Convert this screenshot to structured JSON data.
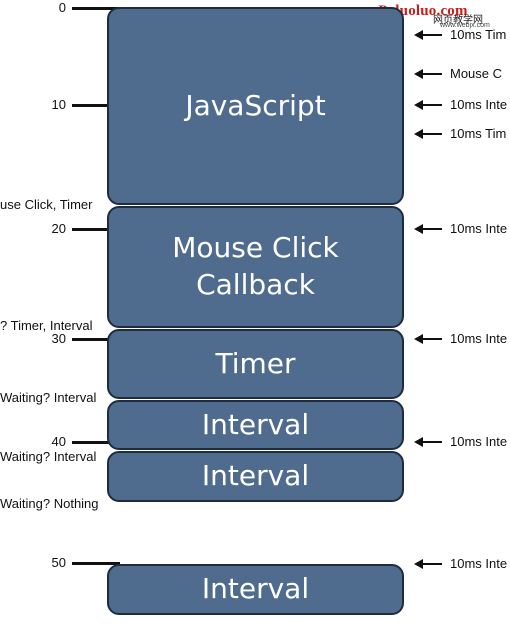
{
  "watermark": {
    "text": "www.Poluoluo.com",
    "subtext": "网页教学网",
    "url": "www.webjx.com"
  },
  "ticks": [
    "0",
    "10",
    "20",
    "30",
    "40",
    "50"
  ],
  "blocks": [
    "JavaScript",
    "Mouse Click\nCallback",
    "Timer",
    "Interval",
    "Interval",
    "Interval"
  ],
  "side_labels": [
    "use Click, Timer",
    "? Timer, Interval",
    "Waiting? Interval",
    "Waiting? Interval",
    "Waiting? Nothing"
  ],
  "events": [
    "10ms Tim",
    "Mouse C",
    "10ms Inte",
    "10ms Tim",
    "10ms Inte",
    "10ms Inte",
    "10ms Inte",
    "10ms Inte"
  ]
}
